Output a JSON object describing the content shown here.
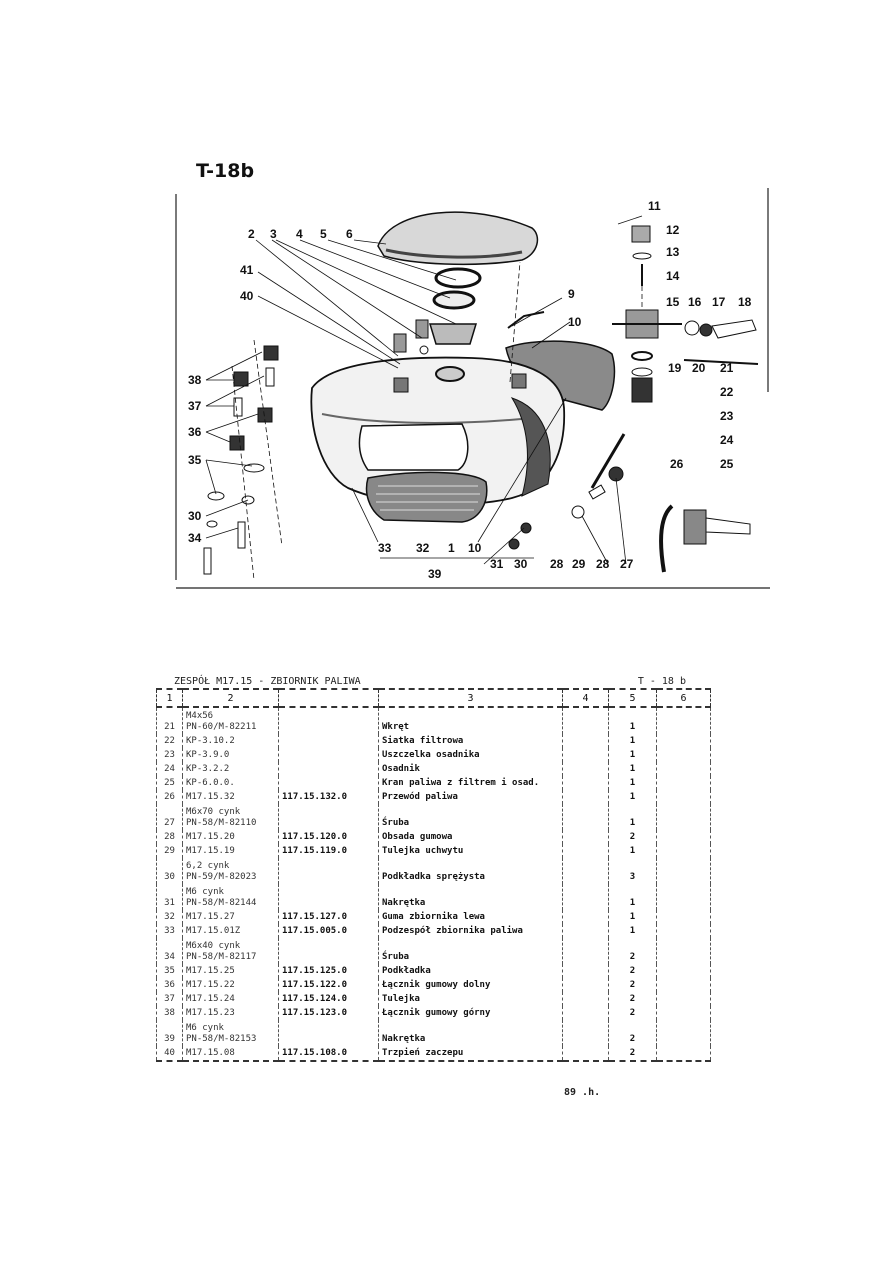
{
  "header": {
    "title": "T-18b"
  },
  "figure": {
    "callouts": {
      "n1": "1",
      "n2": "2",
      "n3": "3",
      "n4": "4",
      "n5": "5",
      "n6": "6",
      "n9": "9",
      "n10a": "10",
      "n10b": "10",
      "n11": "11",
      "n12": "12",
      "n13": "13",
      "n14": "14",
      "n15": "15",
      "n16": "16",
      "n17": "17",
      "n18": "18",
      "n19": "19",
      "n20": "20",
      "n21": "21",
      "n22": "22",
      "n23": "23",
      "n24": "24",
      "n25": "25",
      "n26": "26",
      "n27": "27",
      "n28a": "28",
      "n28b": "28",
      "n29": "29",
      "n30a": "30",
      "n30b": "30",
      "n31": "31",
      "n32": "32",
      "n33": "33",
      "n34": "34",
      "n35": "35",
      "n36": "36",
      "n37": "37",
      "n38": "38",
      "n39": "39",
      "n40": "40",
      "n41": "41"
    }
  },
  "table": {
    "title": "ZESPÓŁ M17.15 - ZBIORNIK PALIWA",
    "ref": "T - 18 b",
    "columns": [
      "1",
      "2",
      "3",
      "4",
      "5",
      "6"
    ],
    "rows": [
      {
        "no": "21",
        "code": "M4x56",
        "code2": "PN-60/M-82211",
        "ref": "",
        "name": "Wkręt",
        "qty": "1"
      },
      {
        "no": "22",
        "code": "KP-3.10.2",
        "code2": "",
        "ref": "",
        "name": "Siatka filtrowa",
        "qty": "1"
      },
      {
        "no": "23",
        "code": "KP-3.9.0",
        "code2": "",
        "ref": "",
        "name": "Uszczelka osadnika",
        "qty": "1"
      },
      {
        "no": "24",
        "code": "KP-3.2.2",
        "code2": "",
        "ref": "",
        "name": "Osadnik",
        "qty": "1"
      },
      {
        "no": "25",
        "code": "KP-6.0.0.",
        "code2": "",
        "ref": "",
        "name": "Kran paliwa z filtrem i osad.",
        "qty": "1"
      },
      {
        "no": "26",
        "code": "M17.15.32",
        "code2": "",
        "ref": "117.15.132.0",
        "name": "Przewód paliwa",
        "qty": "1"
      },
      {
        "no": "27",
        "code": "M6x70 cynk",
        "code2": "PN-58/M-82110",
        "ref": "",
        "name": "Śruba",
        "qty": "1"
      },
      {
        "no": "28",
        "code": "M17.15.20",
        "code2": "",
        "ref": "117.15.120.0",
        "name": "Obsada gumowa",
        "qty": "2"
      },
      {
        "no": "29",
        "code": "M17.15.19",
        "code2": "",
        "ref": "117.15.119.0",
        "name": "Tulejka uchwytu",
        "qty": "1"
      },
      {
        "no": "30",
        "code": "6,2 cynk",
        "code2": "PN-59/M-82023",
        "ref": "",
        "name": "Podkładka sprężysta",
        "qty": "3"
      },
      {
        "no": "31",
        "code": "M6 cynk",
        "code2": "PN-58/M-82144",
        "ref": "",
        "name": "Nakrętka",
        "qty": "1"
      },
      {
        "no": "32",
        "code": "M17.15.27",
        "code2": "",
        "ref": "117.15.127.0",
        "name": "Guma zbiornika lewa",
        "qty": "1"
      },
      {
        "no": "33",
        "code": "M17.15.01Z",
        "code2": "",
        "ref": "117.15.005.0",
        "name": "Podzespół zbiornika paliwa",
        "qty": "1"
      },
      {
        "no": "34",
        "code": "M6x40 cynk",
        "code2": "PN-58/M-82117",
        "ref": "",
        "name": "Śruba",
        "qty": "2"
      },
      {
        "no": "35",
        "code": "M17.15.25",
        "code2": "",
        "ref": "117.15.125.0",
        "name": "Podkładka",
        "qty": "2"
      },
      {
        "no": "36",
        "code": "M17.15.22",
        "code2": "",
        "ref": "117.15.122.0",
        "name": "Łącznik gumowy dolny",
        "qty": "2"
      },
      {
        "no": "37",
        "code": "M17.15.24",
        "code2": "",
        "ref": "117.15.124.0",
        "name": "Tulejka",
        "qty": "2"
      },
      {
        "no": "38",
        "code": "M17.15.23",
        "code2": "",
        "ref": "117.15.123.0",
        "name": "Łącznik gumowy górny",
        "qty": "2"
      },
      {
        "no": "39",
        "code": "M6 cynk",
        "code2": "PN-58/M-82153",
        "ref": "",
        "name": "Nakrętka",
        "qty": "2"
      },
      {
        "no": "40",
        "code": "M17.15.08",
        "code2": "",
        "ref": "117.15.108.0",
        "name": "Trzpień zaczepu",
        "qty": "2"
      }
    ]
  },
  "footer": {
    "page": "89 .h."
  }
}
